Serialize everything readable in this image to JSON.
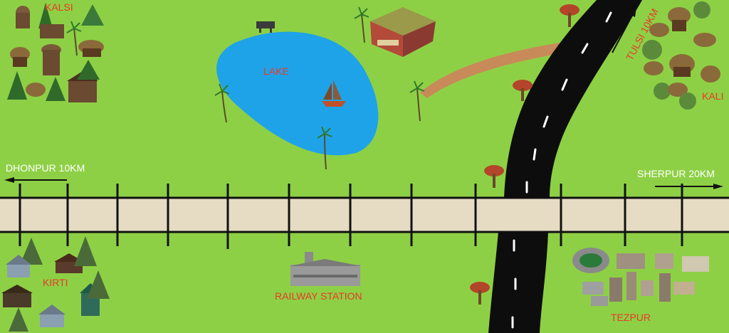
{
  "colors": {
    "grass": "#8ed045",
    "lake": "#1fa3e8",
    "road": "#0d0d0d",
    "road_dash": "#ffffff",
    "rail_bed": "#e6dbc3",
    "rail_tie": "#111111",
    "path": "#c98a5a",
    "label_red": "#e8392a",
    "label_white": "#ffffff"
  },
  "places": {
    "kalsi": "KALSI",
    "kali": "KALI",
    "kirti": "KIRTI",
    "tezpur": "TEZPUR",
    "lake": "LAKE",
    "railway_station": "RAILWAY STATION"
  },
  "directions": {
    "dhonpur": "DHONPUR 10KM",
    "sherpur": "SHERPUR 20KM",
    "tulsi": "TULSI 10KM"
  },
  "icons": [
    "hut-icon",
    "tree-icon",
    "boat-icon",
    "market-icon",
    "bench-icon",
    "house-icon",
    "station-icon",
    "stadium-icon",
    "building-icon",
    "mushroom-tree-icon",
    "palm-tree-icon"
  ]
}
